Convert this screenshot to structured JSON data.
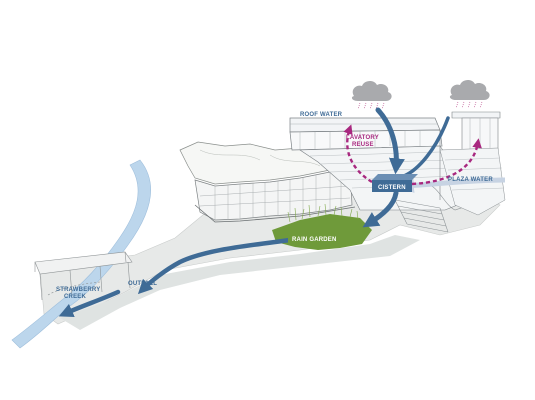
{
  "labels": {
    "roof_water": "ROOF WATER",
    "lavatory_line1": "LAVATORY",
    "lavatory_line2": "REUSE",
    "cistern": "CISTERN",
    "plaza_water": "PLAZA WATER",
    "rain_garden": "RAIN GARDEN",
    "outfall": "OUTFALL",
    "creek_line1": "STRAWBERRY",
    "creek_line2": "CREEK"
  },
  "colors": {
    "flow_arrow": "#3f6b96",
    "reuse_arrow": "#a8287f",
    "plaza_arrow": "#c7d3e3",
    "rain_garden": "#6f9a3a",
    "creek": "#bcd6ec",
    "cloud": "#a9aaad",
    "site_ground": "#e7e9e8",
    "label_box": "#3f6b96"
  }
}
